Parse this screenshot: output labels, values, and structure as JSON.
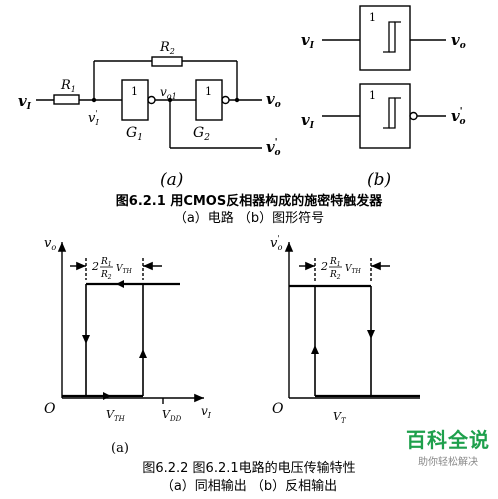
{
  "fig1": {
    "caption": "图6.2.1 用CMOS反相器构成的施密特触发器",
    "subcaption": "（a）电路 （b）图形符号",
    "label_a": "(a)",
    "label_b": "(b)",
    "circuit": {
      "vin": "v",
      "vin_sub": "I",
      "r1": "R",
      "r1_sub": "1",
      "r2": "R",
      "r2_sub": "2",
      "vi_prime": "v",
      "vi_prime_sub": "I",
      "vo1": "v",
      "vo1_sub": "o1",
      "vo": "v",
      "vo_sub": "o",
      "vo_prime": "v",
      "vo_prime_sub": "o",
      "g1": "G",
      "g1_sub": "1",
      "g2": "G",
      "g2_sub": "2",
      "gate_num": "1"
    },
    "symbol": {
      "in": "v",
      "in_sub": "I",
      "out": "v",
      "out_sub": "o",
      "gate_num": "1"
    }
  },
  "fig2": {
    "caption": "图6.2.2 图6.2.1电路的电压传输特性",
    "subcaption": "（a）同相输出 （b）反相输出",
    "label_a": "(a)",
    "left_plot": {
      "y_axis": "v",
      "y_axis_sub": "o",
      "origin": "O",
      "vth": "V",
      "vth_sub": "TH",
      "vdd": "V",
      "vdd_sub": "DD",
      "x_axis": "v",
      "x_axis_sub": "I",
      "hyst_num": "2",
      "hyst_r1": "R",
      "hyst_r1_sub": "1",
      "hyst_r2": "R",
      "hyst_r2_sub": "2",
      "hyst_vth": "V",
      "hyst_vth_sub": "TH"
    },
    "right_plot": {
      "y_axis": "v",
      "y_axis_sub": "o",
      "origin": "O",
      "vth": "V",
      "vth_sub": "T",
      "hyst_num": "2",
      "hyst_r1": "R",
      "hyst_r1_sub": "1",
      "hyst_r2": "R",
      "hyst_r2_sub": "2",
      "hyst_vth": "V",
      "hyst_vth_sub": "TH"
    }
  },
  "watermark": {
    "title": "百科全说",
    "subtitle": "助你轻松解决"
  }
}
